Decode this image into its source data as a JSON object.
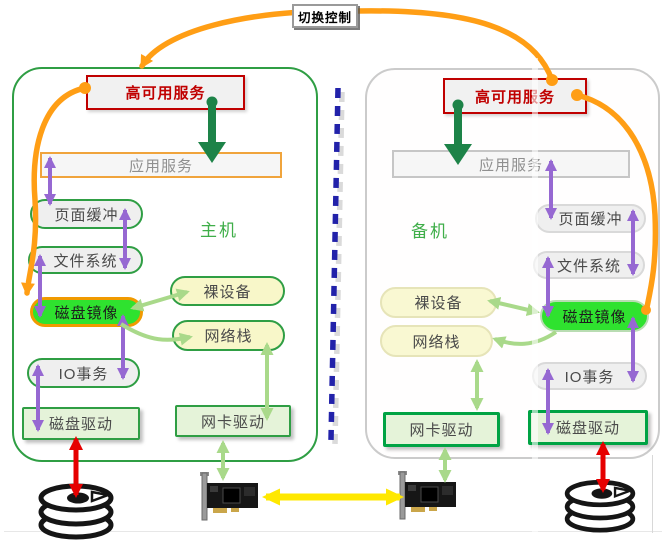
{
  "note": {
    "switch_control": "切换控制"
  },
  "colors": {
    "orange": "#FF9E15",
    "purple": "#9668D2",
    "light_green": "#A9D98A",
    "dark_green": "#1D8348",
    "red": "#E60000",
    "yellow": "#FFE800",
    "bright_green_fill": "#2FE22F",
    "machine_border_green": "#2F9E44",
    "ha_red": "#C00000",
    "divider_blue": "#2222AA"
  },
  "left_machine": {
    "label": "主机",
    "ha_service": "高可用服务",
    "app_service": "应用服务",
    "page_cache": "页面缓冲",
    "file_system": "文件系统",
    "disk_mirror": "磁盘镜像",
    "io_transaction": "IO事务",
    "disk_driver": "磁盘驱动",
    "raw_device": "裸设备",
    "network_stack": "网络栈",
    "nic_driver": "网卡驱动"
  },
  "right_machine": {
    "label": "备机",
    "ha_service": "高可用服务",
    "app_service": "应用服务",
    "page_cache": "页面缓冲",
    "file_system": "文件系统",
    "disk_mirror": "磁盘镜像",
    "io_transaction": "IO事务",
    "disk_driver": "磁盘驱动",
    "raw_device": "裸设备",
    "network_stack": "网络栈",
    "nic_driver": "网卡驱动"
  }
}
